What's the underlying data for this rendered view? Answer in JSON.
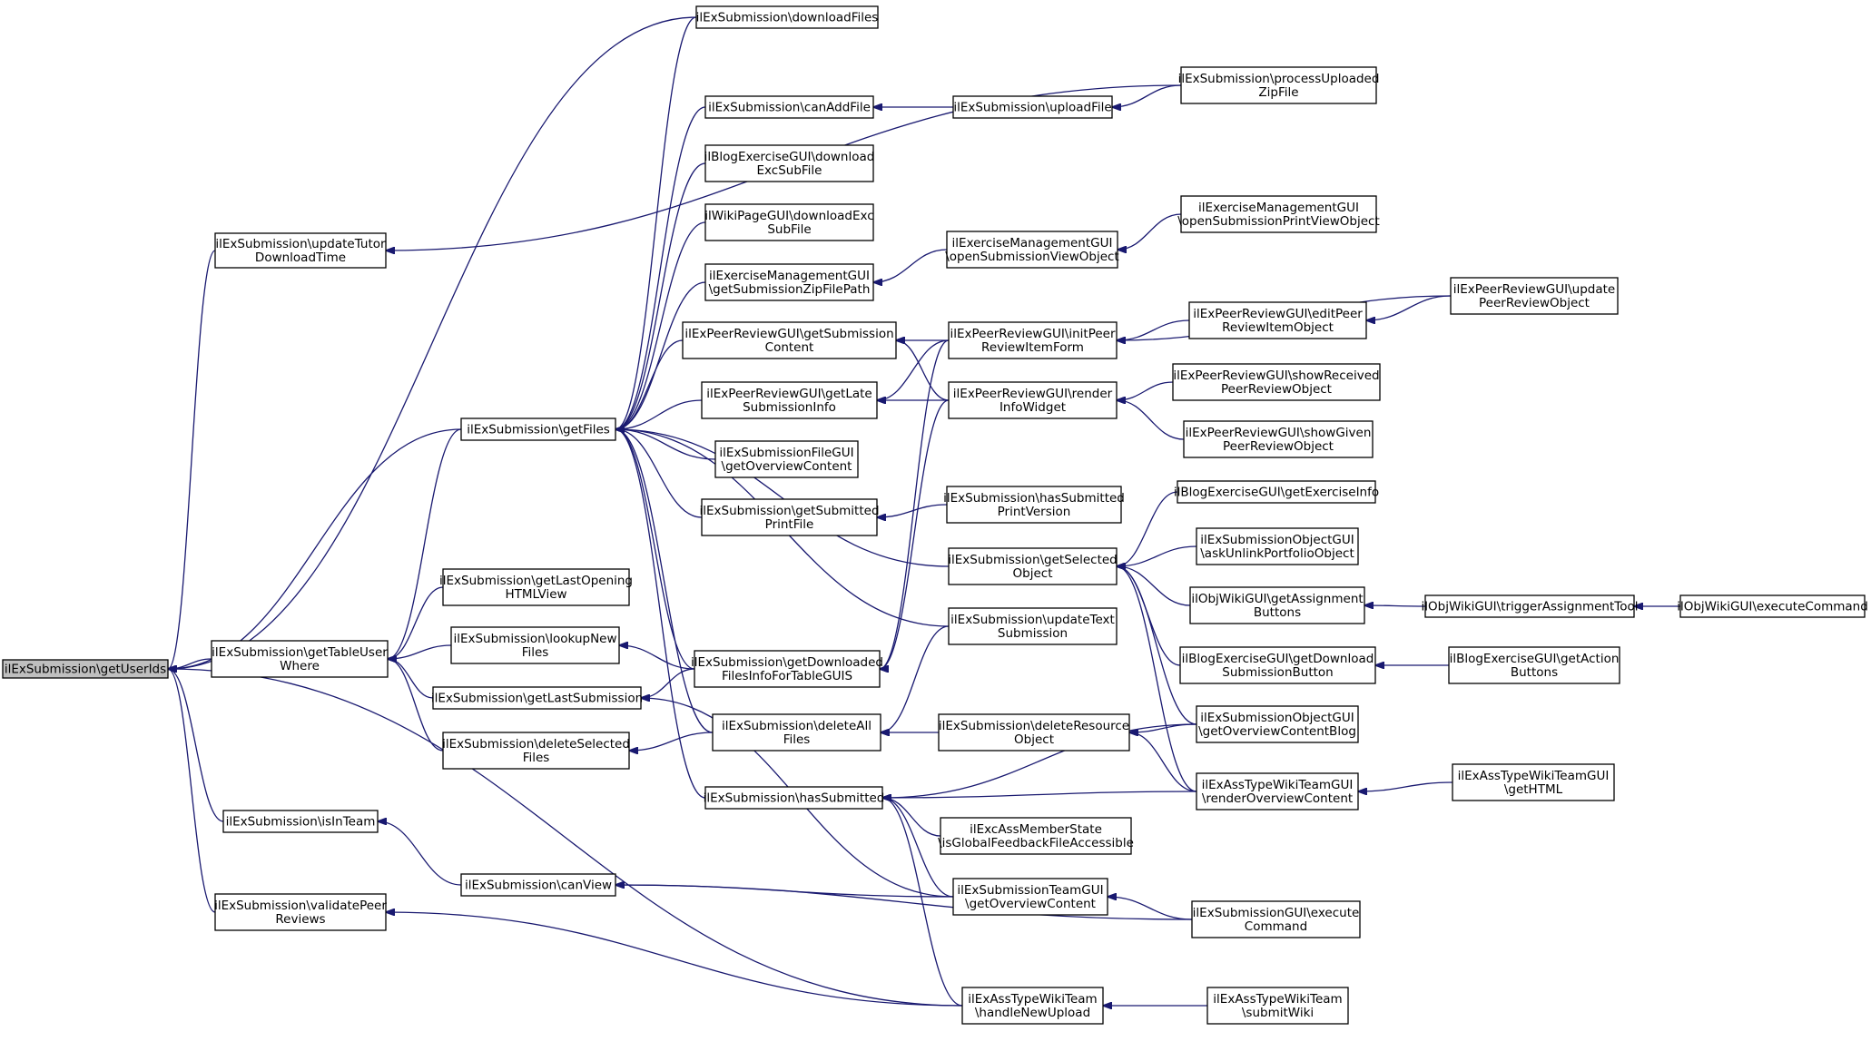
{
  "colors": {
    "edge": "#191970",
    "node_border": "#000000",
    "node_fill": "#ffffff",
    "root_fill": "#bfbfbf"
  },
  "nodes": [
    {
      "id": "getUserIds",
      "label": [
        "ilExSubmission\\getUserIds"
      ],
      "root": true
    },
    {
      "id": "downloadFiles",
      "label": [
        "ilExSubmission\\downloadFiles"
      ]
    },
    {
      "id": "processUploadedZipFile",
      "label": [
        "ilExSubmission\\processUploaded",
        "ZipFile"
      ]
    },
    {
      "id": "canAddFile",
      "label": [
        "ilExSubmission\\canAddFile"
      ]
    },
    {
      "id": "uploadFile",
      "label": [
        "ilExSubmission\\uploadFile"
      ]
    },
    {
      "id": "updateTutorDownloadTime",
      "label": [
        "ilExSubmission\\updateTutor",
        "DownloadTime"
      ]
    },
    {
      "id": "blogDownloadExcSubFile",
      "label": [
        "ilBlogExerciseGUI\\download",
        "ExcSubFile"
      ]
    },
    {
      "id": "wikiDownloadExcSubFile",
      "label": [
        "ilWikiPageGUI\\downloadExc",
        "SubFile"
      ]
    },
    {
      "id": "openSubmissionPrintViewObject",
      "label": [
        "ilExerciseManagementGUI",
        "\\openSubmissionPrintViewObject"
      ]
    },
    {
      "id": "openSubmissionViewObject",
      "label": [
        "ilExerciseManagementGUI",
        "\\openSubmissionViewObject"
      ]
    },
    {
      "id": "getSubmissionZipFilePath",
      "label": [
        "ilExerciseManagementGUI",
        "\\getSubmissionZipFilePath"
      ]
    },
    {
      "id": "updatePeerReviewObject",
      "label": [
        "ilExPeerReviewGUI\\update",
        "PeerReviewObject"
      ]
    },
    {
      "id": "getSubmissionContent",
      "label": [
        "ilExPeerReviewGUI\\getSubmission",
        "Content"
      ]
    },
    {
      "id": "initPeerReviewItemForm",
      "label": [
        "ilExPeerReviewGUI\\initPeer",
        "ReviewItemForm"
      ]
    },
    {
      "id": "editPeerReviewItemObject",
      "label": [
        "ilExPeerReviewGUI\\editPeer",
        "ReviewItemObject"
      ]
    },
    {
      "id": "getLateSubmissionInfo",
      "label": [
        "ilExPeerReviewGUI\\getLate",
        "SubmissionInfo"
      ]
    },
    {
      "id": "renderInfoWidget",
      "label": [
        "ilExPeerReviewGUI\\render",
        "InfoWidget"
      ]
    },
    {
      "id": "showReceivedPeerReviewObject",
      "label": [
        "ilExPeerReviewGUI\\showReceived",
        "PeerReviewObject"
      ]
    },
    {
      "id": "showGivenPeerReviewObject",
      "label": [
        "ilExPeerReviewGUI\\showGiven",
        "PeerReviewObject"
      ]
    },
    {
      "id": "getFiles",
      "label": [
        "ilExSubmission\\getFiles"
      ]
    },
    {
      "id": "fileGetOverviewContent",
      "label": [
        "ilExSubmissionFileGUI",
        "\\getOverviewContent"
      ]
    },
    {
      "id": "getSubmittedPrintFile",
      "label": [
        "ilExSubmission\\getSubmitted",
        "PrintFile"
      ]
    },
    {
      "id": "hasSubmittedPrintVersion",
      "label": [
        "ilExSubmission\\hasSubmitted",
        "PrintVersion"
      ]
    },
    {
      "id": "blogGetExerciseInfo",
      "label": [
        "ilBlogExerciseGUI\\getExerciseInfo"
      ]
    },
    {
      "id": "getLastOpeningHTMLView",
      "label": [
        "ilExSubmission\\getLastOpening",
        "HTMLView"
      ]
    },
    {
      "id": "getSelectedObject",
      "label": [
        "ilExSubmission\\getSelected",
        "Object"
      ]
    },
    {
      "id": "askUnlinkPortfolioObject",
      "label": [
        "ilExSubmissionObjectGUI",
        "\\askUnlinkPortfolioObject"
      ]
    },
    {
      "id": "getAssignmentButtons",
      "label": [
        "ilObjWikiGUI\\getAssignment",
        "Buttons"
      ]
    },
    {
      "id": "triggerAssignmentTool",
      "label": [
        "ilObjWikiGUI\\triggerAssignmentTool"
      ]
    },
    {
      "id": "executeCommandWiki",
      "label": [
        "ilObjWikiGUI\\executeCommand"
      ]
    },
    {
      "id": "updateTextSubmission",
      "label": [
        "ilExSubmission\\updateText",
        "Submission"
      ]
    },
    {
      "id": "lookupNewFiles",
      "label": [
        "ilExSubmission\\lookupNew",
        "Files"
      ]
    },
    {
      "id": "getTableUserWhere",
      "label": [
        "ilExSubmission\\getTableUser",
        "Where"
      ]
    },
    {
      "id": "getDownloadedFilesInfoForTableGUIS",
      "label": [
        "ilExSubmission\\getDownloaded",
        "FilesInfoForTableGUIS"
      ]
    },
    {
      "id": "getDownloadSubmissionButton",
      "label": [
        "ilBlogExerciseGUI\\getDownload",
        "SubmissionButton"
      ]
    },
    {
      "id": "getActionButtons",
      "label": [
        "ilBlogExerciseGUI\\getAction",
        "Buttons"
      ]
    },
    {
      "id": "getLastSubmission",
      "label": [
        "ilExSubmission\\getLastSubmission"
      ]
    },
    {
      "id": "deleteAllFiles",
      "label": [
        "ilExSubmission\\deleteAll",
        "Files"
      ]
    },
    {
      "id": "deleteResourceObject",
      "label": [
        "ilExSubmission\\deleteResource",
        "Object"
      ]
    },
    {
      "id": "getOverviewContentBlog",
      "label": [
        "ilExSubmissionObjectGUI",
        "\\getOverviewContentBlog"
      ]
    },
    {
      "id": "deleteSelectedFiles",
      "label": [
        "ilExSubmission\\deleteSelected",
        "Files"
      ]
    },
    {
      "id": "hasSubmitted",
      "label": [
        "ilExSubmission\\hasSubmitted"
      ]
    },
    {
      "id": "renderOverviewContent",
      "label": [
        "ilExAssTypeWikiTeamGUI",
        "\\renderOverviewContent"
      ]
    },
    {
      "id": "getHTML",
      "label": [
        "ilExAssTypeWikiTeamGUI",
        "\\getHTML"
      ]
    },
    {
      "id": "isInTeam",
      "label": [
        "ilExSubmission\\isInTeam"
      ]
    },
    {
      "id": "isGlobalFeedbackFileAccessible",
      "label": [
        "ilExcAssMemberState",
        "\\isGlobalFeedbackFileAccessible"
      ]
    },
    {
      "id": "canView",
      "label": [
        "ilExSubmission\\canView"
      ]
    },
    {
      "id": "teamGetOverviewContent",
      "label": [
        "ilExSubmissionTeamGUI",
        "\\getOverviewContent"
      ]
    },
    {
      "id": "executeCommandSubmission",
      "label": [
        "ilExSubmissionGUI\\execute",
        "Command"
      ]
    },
    {
      "id": "validatePeerReviews",
      "label": [
        "ilExSubmission\\validatePeer",
        "Reviews"
      ]
    },
    {
      "id": "handleNewUpload",
      "label": [
        "ilExAssTypeWikiTeam",
        "\\handleNewUpload"
      ]
    },
    {
      "id": "submitWiki",
      "label": [
        "ilExAssTypeWikiTeam",
        "\\submitWiki"
      ]
    }
  ],
  "edges": [
    [
      "downloadFiles",
      "getUserIds"
    ],
    [
      "updateTutorDownloadTime",
      "getUserIds"
    ],
    [
      "getFiles",
      "getUserIds"
    ],
    [
      "getTableUserWhere",
      "getUserIds"
    ],
    [
      "isInTeam",
      "getUserIds"
    ],
    [
      "validatePeerReviews",
      "getUserIds"
    ],
    [
      "handleNewUpload",
      "getUserIds"
    ],
    [
      "processUploadedZipFile",
      "updateTutorDownloadTime"
    ],
    [
      "uploadFile",
      "canAddFile"
    ],
    [
      "processUploadedZipFile",
      "uploadFile"
    ],
    [
      "openSubmissionViewObject",
      "getSubmissionZipFilePath"
    ],
    [
      "openSubmissionPrintViewObject",
      "openSubmissionViewObject"
    ],
    [
      "initPeerReviewItemForm",
      "getSubmissionContent"
    ],
    [
      "renderInfoWidget",
      "getSubmissionContent"
    ],
    [
      "editPeerReviewItemObject",
      "initPeerReviewItemForm"
    ],
    [
      "updatePeerReviewObject",
      "initPeerReviewItemForm"
    ],
    [
      "updatePeerReviewObject",
      "editPeerReviewItemObject"
    ],
    [
      "initPeerReviewItemForm",
      "getLateSubmissionInfo"
    ],
    [
      "renderInfoWidget",
      "getLateSubmissionInfo"
    ],
    [
      "showReceivedPeerReviewObject",
      "renderInfoWidget"
    ],
    [
      "showGivenPeerReviewObject",
      "renderInfoWidget"
    ],
    [
      "downloadFiles",
      "getFiles"
    ],
    [
      "canAddFile",
      "getFiles"
    ],
    [
      "blogDownloadExcSubFile",
      "getFiles"
    ],
    [
      "wikiDownloadExcSubFile",
      "getFiles"
    ],
    [
      "getSubmissionZipFilePath",
      "getFiles"
    ],
    [
      "getSubmissionContent",
      "getFiles"
    ],
    [
      "getLateSubmissionInfo",
      "getFiles"
    ],
    [
      "fileGetOverviewContent",
      "getFiles"
    ],
    [
      "getSubmittedPrintFile",
      "getFiles"
    ],
    [
      "getSelectedObject",
      "getFiles"
    ],
    [
      "updateTextSubmission",
      "getFiles"
    ],
    [
      "getDownloadedFilesInfoForTableGUIS",
      "getFiles"
    ],
    [
      "deleteAllFiles",
      "getFiles"
    ],
    [
      "hasSubmitted",
      "getFiles"
    ],
    [
      "hasSubmittedPrintVersion",
      "getSubmittedPrintFile"
    ],
    [
      "blogGetExerciseInfo",
      "getSelectedObject"
    ],
    [
      "askUnlinkPortfolioObject",
      "getSelectedObject"
    ],
    [
      "getAssignmentButtons",
      "getSelectedObject"
    ],
    [
      "getDownloadSubmissionButton",
      "getSelectedObject"
    ],
    [
      "getOverviewContentBlog",
      "getSelectedObject"
    ],
    [
      "renderOverviewContent",
      "getSelectedObject"
    ],
    [
      "triggerAssignmentTool",
      "getAssignmentButtons"
    ],
    [
      "executeCommandWiki",
      "triggerAssignmentTool"
    ],
    [
      "getActionButtons",
      "getDownloadSubmissionButton"
    ],
    [
      "getFiles",
      "getTableUserWhere"
    ],
    [
      "getLastOpeningHTMLView",
      "getTableUserWhere"
    ],
    [
      "lookupNewFiles",
      "getTableUserWhere"
    ],
    [
      "getLastSubmission",
      "getTableUserWhere"
    ],
    [
      "deleteSelectedFiles",
      "getTableUserWhere"
    ],
    [
      "getDownloadedFilesInfoForTableGUIS",
      "lookupNewFiles"
    ],
    [
      "getDownloadedFilesInfoForTableGUIS",
      "getLastSubmission"
    ],
    [
      "initPeerReviewItemForm",
      "getDownloadedFilesInfoForTableGUIS"
    ],
    [
      "renderInfoWidget",
      "getDownloadedFilesInfoForTableGUIS"
    ],
    [
      "teamGetOverviewContent",
      "getLastSubmission"
    ],
    [
      "deleteAllFiles",
      "deleteSelectedFiles"
    ],
    [
      "updateTextSubmission",
      "deleteAllFiles"
    ],
    [
      "deleteResourceObject",
      "deleteAllFiles"
    ],
    [
      "getOverviewContentBlog",
      "deleteResourceObject"
    ],
    [
      "renderOverviewContent",
      "deleteResourceObject"
    ],
    [
      "getOverviewContentBlog",
      "hasSubmitted"
    ],
    [
      "renderOverviewContent",
      "hasSubmitted"
    ],
    [
      "isGlobalFeedbackFileAccessible",
      "hasSubmitted"
    ],
    [
      "teamGetOverviewContent",
      "hasSubmitted"
    ],
    [
      "handleNewUpload",
      "hasSubmitted"
    ],
    [
      "getHTML",
      "renderOverviewContent"
    ],
    [
      "canView",
      "isInTeam"
    ],
    [
      "teamGetOverviewContent",
      "canView"
    ],
    [
      "executeCommandSubmission",
      "canView"
    ],
    [
      "executeCommandSubmission",
      "teamGetOverviewContent"
    ],
    [
      "handleNewUpload",
      "validatePeerReviews"
    ],
    [
      "submitWiki",
      "handleNewUpload"
    ]
  ]
}
